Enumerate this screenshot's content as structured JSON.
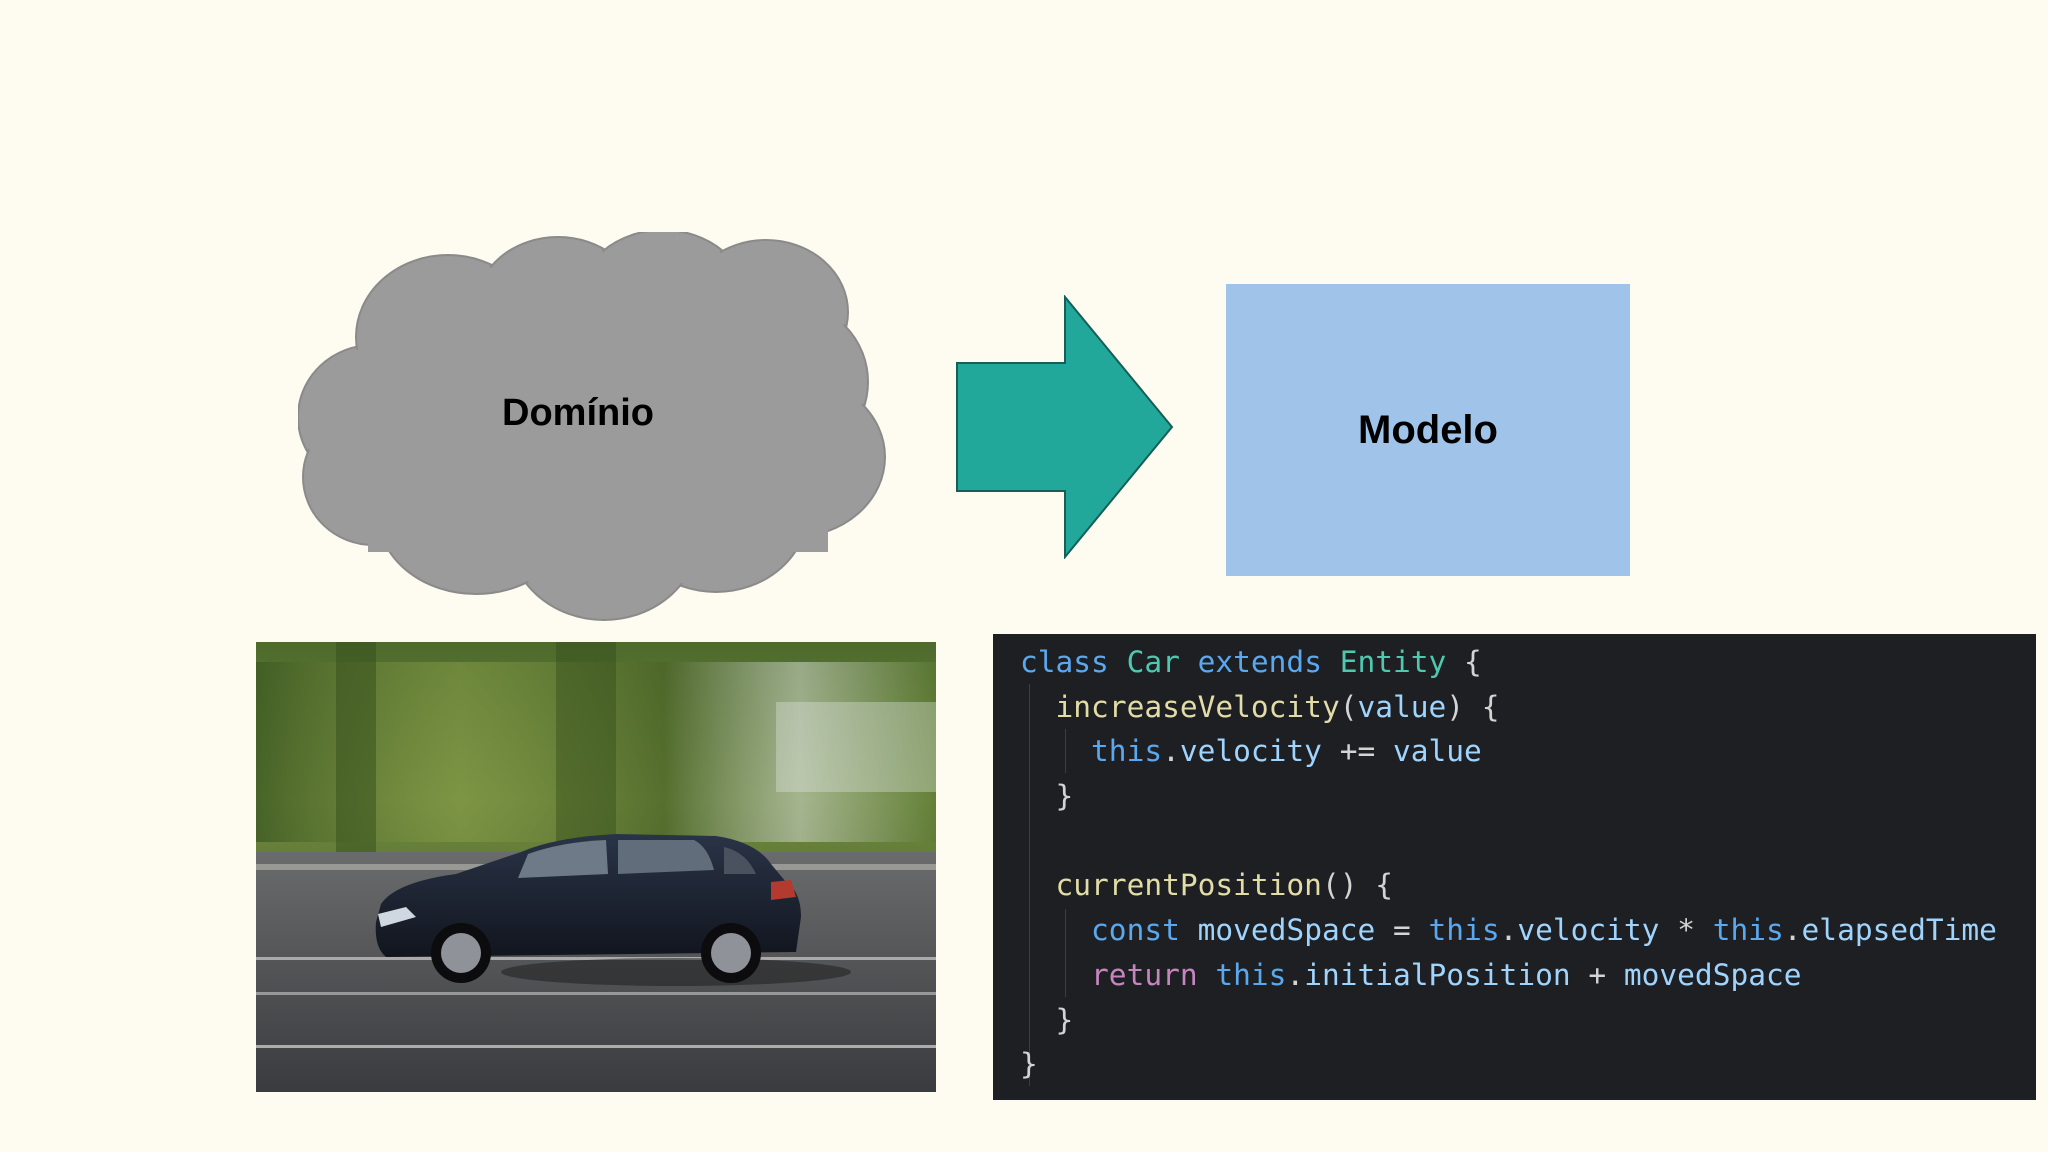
{
  "diagram": {
    "cloud_label": "Domínio",
    "box_label": "Modelo",
    "colors": {
      "background": "#fefcf1",
      "cloud": "#9b9b9b",
      "arrow": "#22a79b",
      "box": "#a0c4e9",
      "code_bg": "#1e1f22"
    }
  },
  "photo": {
    "subject": "dark hatchback car driving on road with motion-blurred background"
  },
  "code": {
    "lines": [
      [
        [
          "kw",
          "class "
        ],
        [
          "ty",
          "Car "
        ],
        [
          "kw",
          "extends "
        ],
        [
          "ty",
          "Entity "
        ],
        [
          "pl",
          "{"
        ]
      ],
      [
        [
          "pl",
          "  "
        ],
        [
          "fn",
          "increaseVelocity"
        ],
        [
          "pl",
          "("
        ],
        [
          "var",
          "value"
        ],
        [
          "pl",
          ") {"
        ]
      ],
      [
        [
          "pl",
          "    "
        ],
        [
          "kw",
          "this"
        ],
        [
          "pl",
          "."
        ],
        [
          "var",
          "velocity "
        ],
        [
          "pl",
          "+= "
        ],
        [
          "var",
          "value"
        ]
      ],
      [
        [
          "pl",
          "  }"
        ]
      ],
      [
        [
          "pl",
          ""
        ]
      ],
      [
        [
          "pl",
          "  "
        ],
        [
          "fn",
          "currentPosition"
        ],
        [
          "pl",
          "() {"
        ]
      ],
      [
        [
          "pl",
          "    "
        ],
        [
          "kw",
          "const "
        ],
        [
          "var",
          "movedSpace "
        ],
        [
          "pl",
          "= "
        ],
        [
          "kw",
          "this"
        ],
        [
          "pl",
          "."
        ],
        [
          "var",
          "velocity "
        ],
        [
          "pl",
          "* "
        ],
        [
          "kw",
          "this"
        ],
        [
          "pl",
          "."
        ],
        [
          "var",
          "elapsedTime"
        ]
      ],
      [
        [
          "pl",
          "    "
        ],
        [
          "kw2",
          "return "
        ],
        [
          "kw",
          "this"
        ],
        [
          "pl",
          "."
        ],
        [
          "var",
          "initialPosition "
        ],
        [
          "pl",
          "+ "
        ],
        [
          "var",
          "movedSpace"
        ]
      ],
      [
        [
          "pl",
          "  }"
        ]
      ],
      [
        [
          "pl",
          "}"
        ]
      ]
    ]
  }
}
